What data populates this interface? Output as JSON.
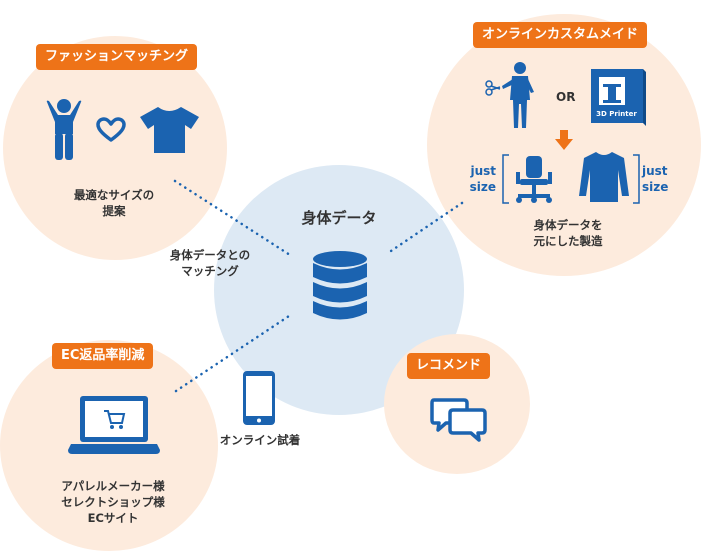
{
  "colors": {
    "peach": "#FDEBDD",
    "center_blue": "#DDE9F4",
    "badge_orange": "#EE7318",
    "icon_blue": "#1B63B0",
    "dot_blue": "#1B63B0"
  },
  "center": {
    "title": "身体データ",
    "icon": "database-icon"
  },
  "fashion": {
    "badge": "ファッションマッチング",
    "caption_line1": "最適なサイズの",
    "caption_line2": "提案",
    "icons": [
      "person-icon",
      "heart-icon",
      "tshirt-icon"
    ]
  },
  "custom": {
    "badge": "オンラインカスタムメイド",
    "or_label": "OR",
    "printer_label": "3D Printer",
    "just_size_left_1": "just",
    "just_size_left_2": "size",
    "just_size_right_1": "just",
    "just_size_right_2": "size",
    "caption_line1": "身体データを",
    "caption_line2": "元にした製造",
    "icons": [
      "tailor-icon",
      "printer-icon",
      "arrow-down-icon",
      "chair-icon",
      "sweater-icon"
    ]
  },
  "ec": {
    "badge": "EC返品率削減",
    "caption_line1": "アパレルメーカー様",
    "caption_line2": "セレクトショップ様",
    "caption_line3": "ECサイト",
    "icons": [
      "laptop-cart-icon"
    ]
  },
  "recommend": {
    "badge": "レコメンド",
    "icons": [
      "chat-bubbles-icon"
    ]
  },
  "labels": {
    "matching_line1": "身体データとの",
    "matching_line2": "マッチング",
    "online_fitting": "オンライン試着"
  }
}
